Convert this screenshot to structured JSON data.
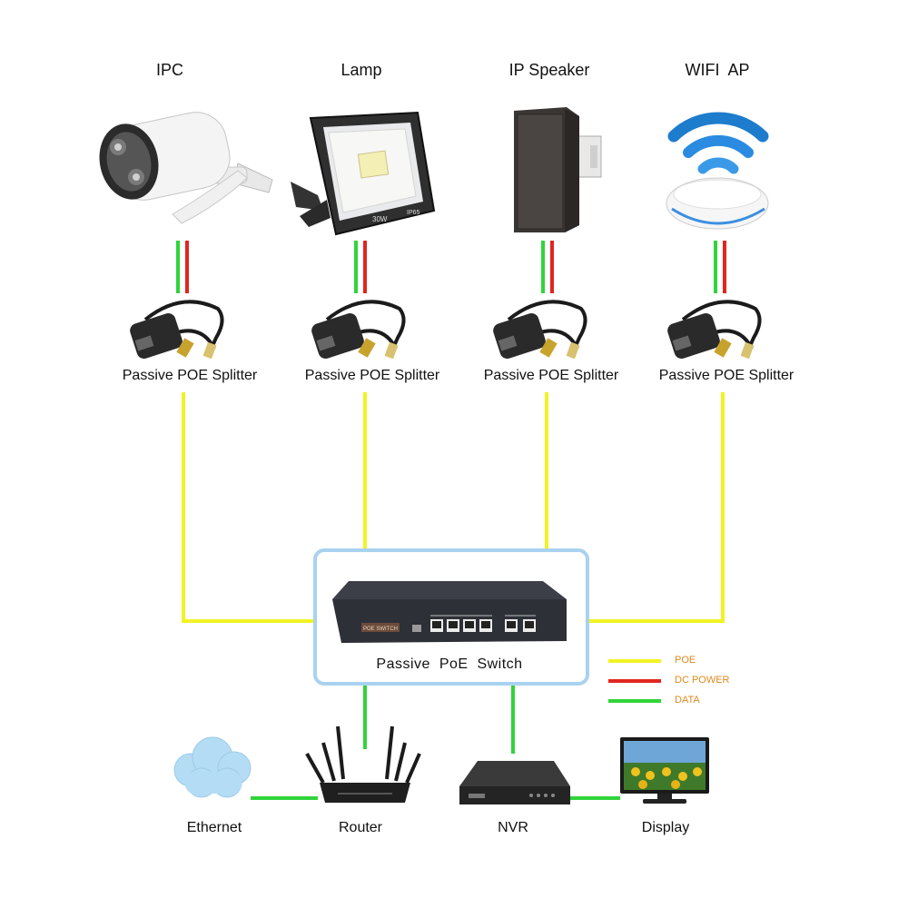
{
  "devices": {
    "ipc": "IPC",
    "lamp": "Lamp",
    "speaker": "IP Speaker",
    "wifi_ap": "WIFI  AP"
  },
  "splitters": [
    "Passive POE Splitter",
    "Passive POE Splitter",
    "Passive POE Splitter",
    "Passive POE Splitter"
  ],
  "switch": {
    "label": "Passive  PoE  Switch",
    "badge": "POE SWITCH"
  },
  "lamp_markings": {
    "wattage": "30W",
    "rating": "IP65"
  },
  "network": {
    "ethernet": "Ethernet",
    "router": "Router",
    "nvr": "NVR",
    "display": "Display"
  },
  "legend": [
    {
      "label": "POE",
      "color": "#f2f224"
    },
    {
      "label": "DC POWER",
      "color": "#e0261f"
    },
    {
      "label": "DATA",
      "color": "#31d43a"
    }
  ],
  "colors": {
    "poe": "#f2f224",
    "dc_power": "#e0261f",
    "data": "#31d43a",
    "switch_frame": "#a9d2f0"
  }
}
